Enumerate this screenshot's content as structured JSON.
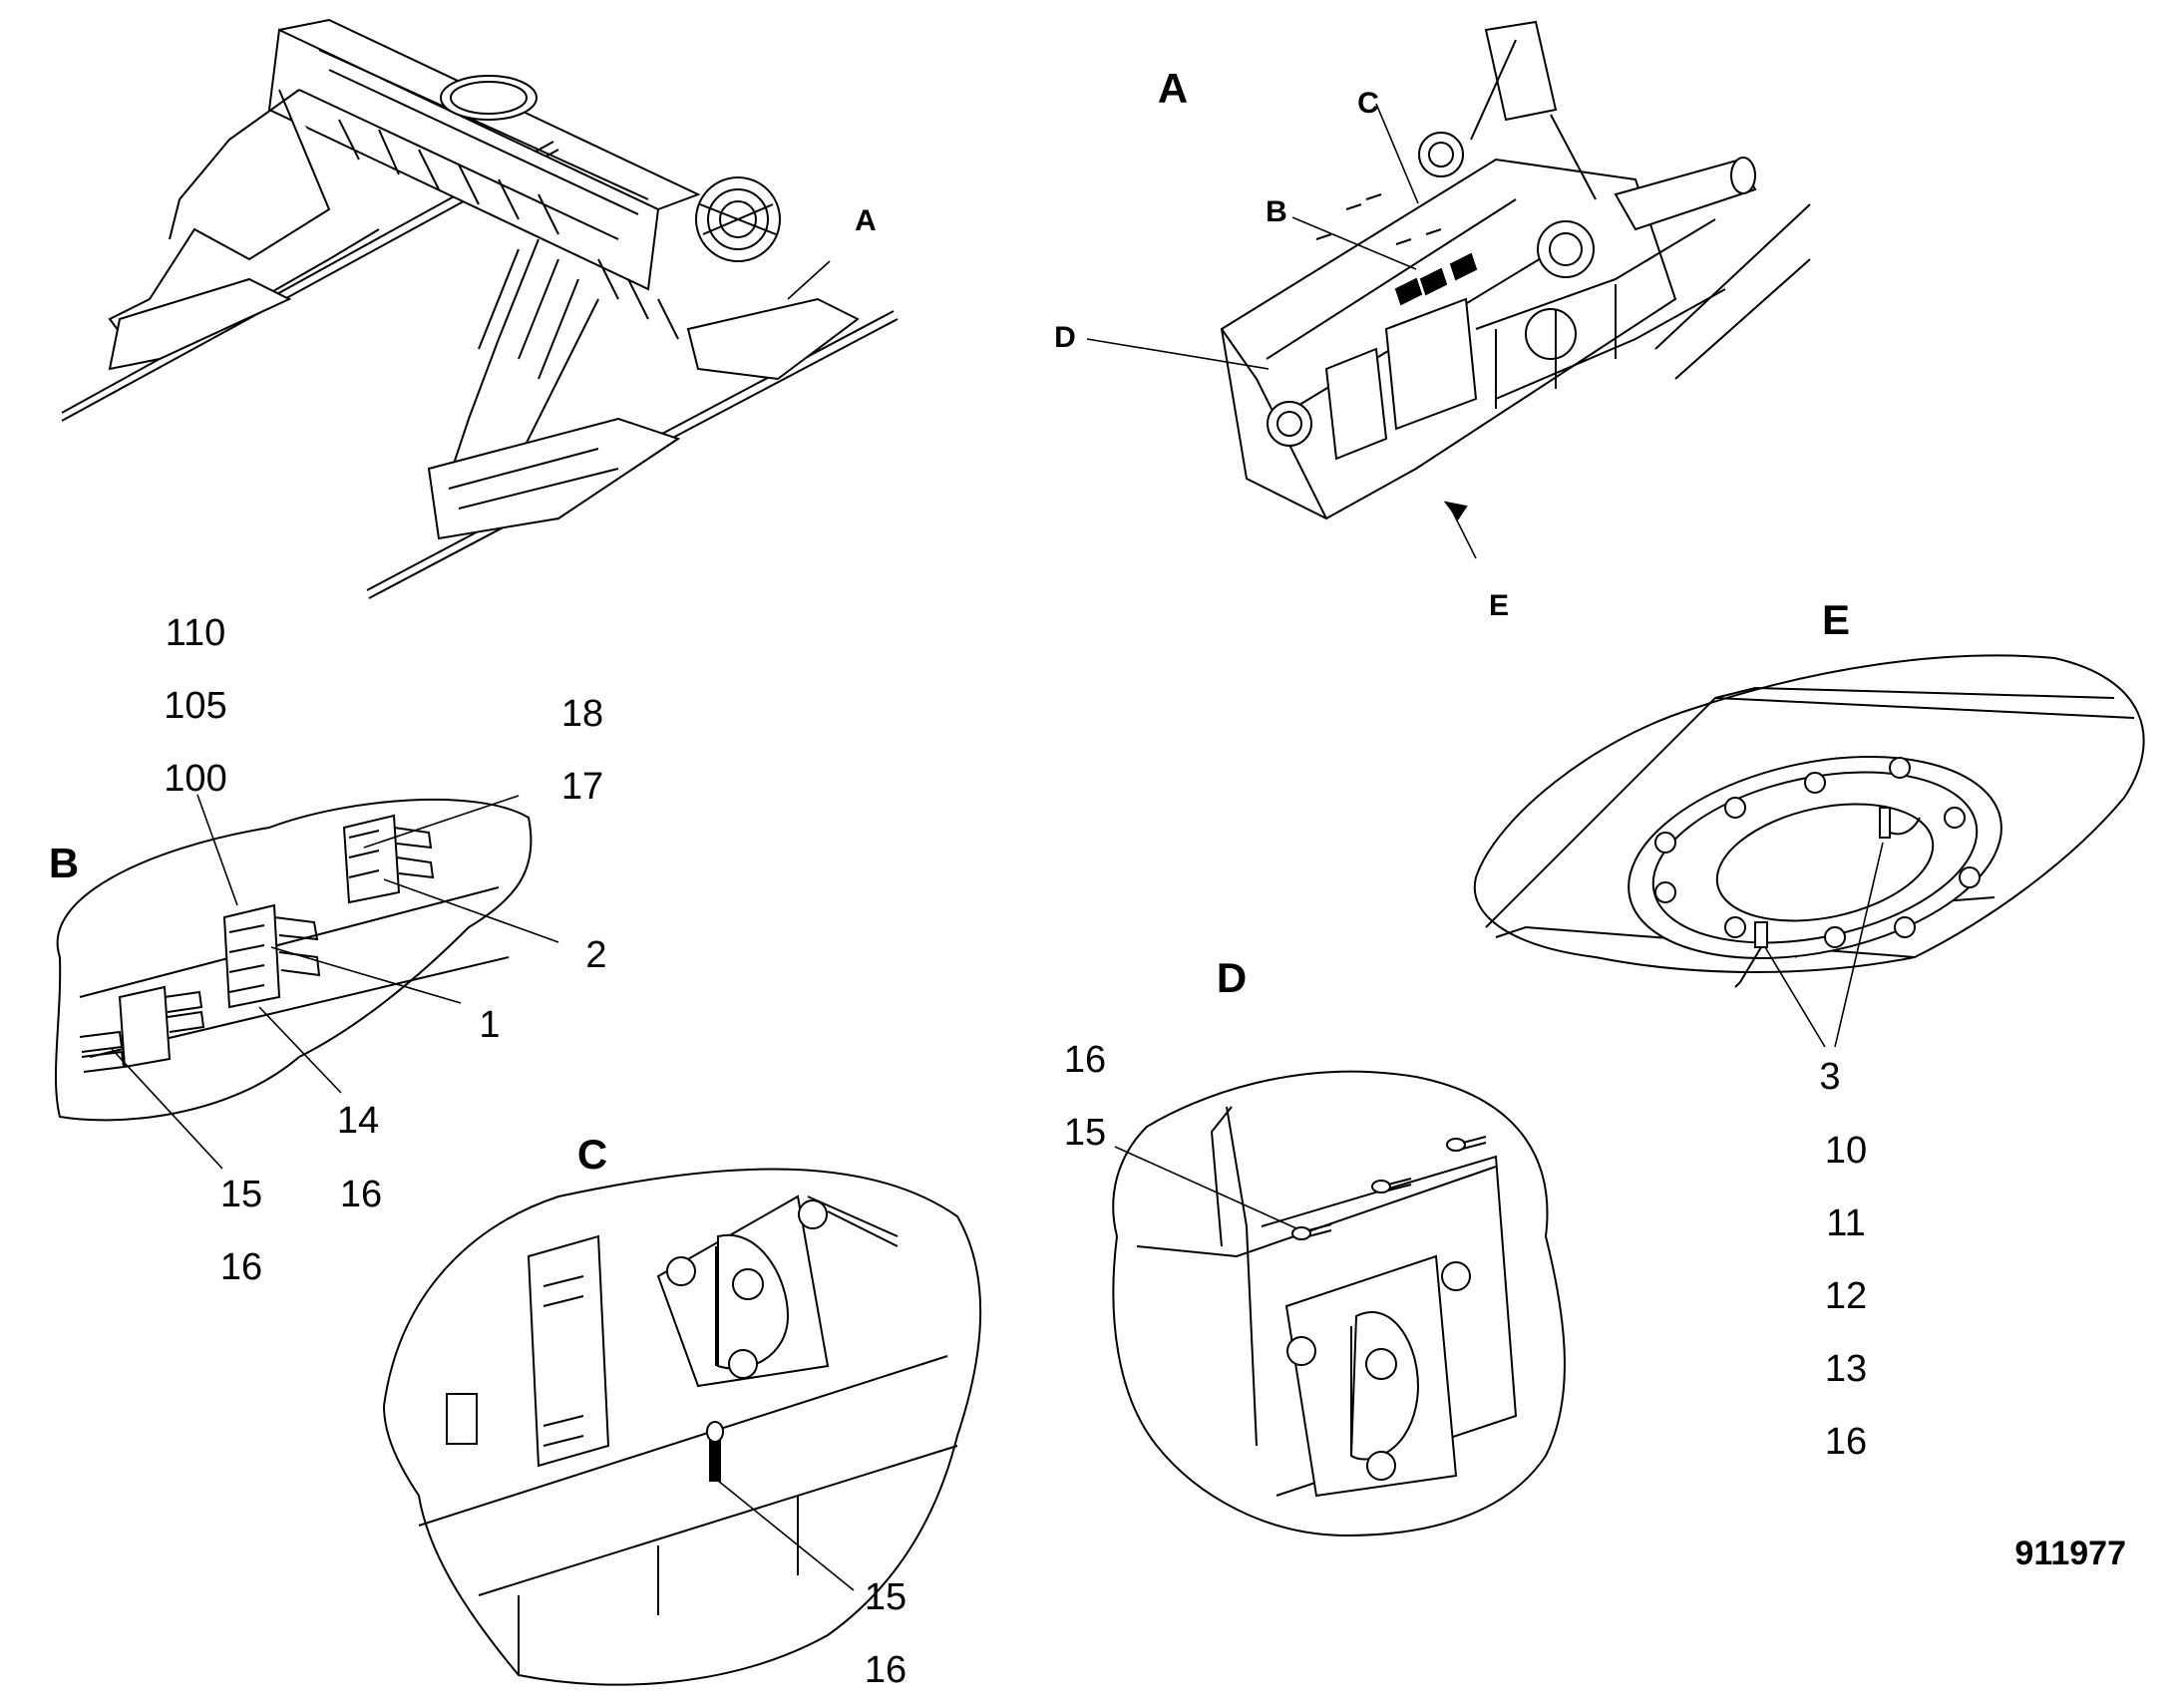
{
  "figure_id": "911977",
  "views": {
    "A": {
      "letter": "A",
      "refs": [
        "C",
        "B",
        "D",
        "E"
      ]
    },
    "B": {
      "letter": "B"
    },
    "C": {
      "letter": "C"
    },
    "D": {
      "letter": "D"
    },
    "E": {
      "letter": "E"
    }
  },
  "overview": {
    "callout": "A"
  },
  "item_lists": {
    "view_b_top": [
      "110",
      "105",
      "100"
    ],
    "view_b_side": [
      "18",
      "17",
      "2",
      "1",
      "14",
      "16",
      "15",
      "16"
    ],
    "view_c": [
      "15",
      "16"
    ],
    "view_d": [
      "16",
      "15"
    ],
    "view_e": [
      "3",
      "10",
      "11",
      "12",
      "13",
      "16"
    ]
  }
}
